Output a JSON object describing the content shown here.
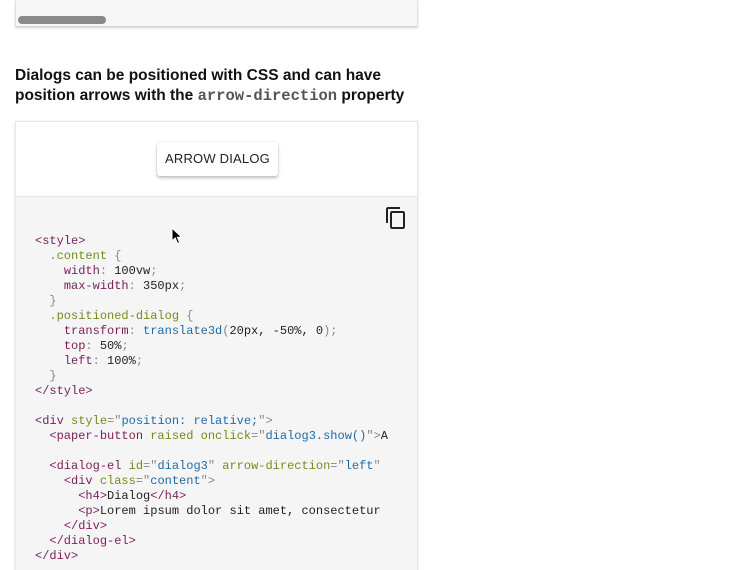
{
  "heading": {
    "text_before": "Dialogs can be positioned with CSS and can have position arrows with the ",
    "code_term": "arrow-direction",
    "text_after": " property"
  },
  "demo": {
    "button_label": "ARROW DIALOG",
    "copy_icon": "copy-icon"
  },
  "code": {
    "lines": [
      [
        [
          "tag",
          "<style>"
        ]
      ],
      [
        [
          "txt",
          "  "
        ],
        [
          "sel",
          ".content"
        ],
        [
          "punct",
          " {"
        ]
      ],
      [
        [
          "txt",
          "    "
        ],
        [
          "prop",
          "width"
        ],
        [
          "punct",
          ": "
        ],
        [
          "txt",
          "100vw"
        ],
        [
          "punct",
          ";"
        ]
      ],
      [
        [
          "txt",
          "    "
        ],
        [
          "prop",
          "max-width"
        ],
        [
          "punct",
          ": "
        ],
        [
          "txt",
          "350px"
        ],
        [
          "punct",
          ";"
        ]
      ],
      [
        [
          "txt",
          "  "
        ],
        [
          "punct",
          "}"
        ]
      ],
      [
        [
          "txt",
          "  "
        ],
        [
          "sel",
          ".positioned-dialog"
        ],
        [
          "punct",
          " {"
        ]
      ],
      [
        [
          "txt",
          "    "
        ],
        [
          "prop",
          "transform"
        ],
        [
          "punct",
          ": "
        ],
        [
          "fn",
          "translate3d"
        ],
        [
          "punct",
          "("
        ],
        [
          "txt",
          "20px, -50%, 0"
        ],
        [
          "punct",
          ");"
        ]
      ],
      [
        [
          "txt",
          "    "
        ],
        [
          "prop",
          "top"
        ],
        [
          "punct",
          ": "
        ],
        [
          "txt",
          "50%"
        ],
        [
          "punct",
          ";"
        ]
      ],
      [
        [
          "txt",
          "    "
        ],
        [
          "prop",
          "left"
        ],
        [
          "punct",
          ": "
        ],
        [
          "txt",
          "100%"
        ],
        [
          "punct",
          ";"
        ]
      ],
      [
        [
          "txt",
          "  "
        ],
        [
          "punct",
          "}"
        ]
      ],
      [
        [
          "tag",
          "</style>"
        ]
      ],
      [
        [
          "txt",
          ""
        ]
      ],
      [
        [
          "tag",
          "<div"
        ],
        [
          "txt",
          " "
        ],
        [
          "attr",
          "style"
        ],
        [
          "punct",
          "=\""
        ],
        [
          "str",
          "position: relative;"
        ],
        [
          "punct",
          "\">"
        ]
      ],
      [
        [
          "txt",
          "  "
        ],
        [
          "tag",
          "<paper-button"
        ],
        [
          "txt",
          " "
        ],
        [
          "attr",
          "raised"
        ],
        [
          "txt",
          " "
        ],
        [
          "attr",
          "onclick"
        ],
        [
          "punct",
          "=\""
        ],
        [
          "str",
          "dialog3.show()"
        ],
        [
          "punct",
          "\">"
        ],
        [
          "txt",
          "A"
        ]
      ],
      [
        [
          "txt",
          ""
        ]
      ],
      [
        [
          "txt",
          "  "
        ],
        [
          "tag",
          "<dialog-el"
        ],
        [
          "txt",
          " "
        ],
        [
          "attr",
          "id"
        ],
        [
          "punct",
          "=\""
        ],
        [
          "str",
          "dialog3"
        ],
        [
          "punct",
          "\""
        ],
        [
          "txt",
          " "
        ],
        [
          "attr",
          "arrow-direction"
        ],
        [
          "punct",
          "=\""
        ],
        [
          "str",
          "left"
        ],
        [
          "punct",
          "\""
        ]
      ],
      [
        [
          "txt",
          "    "
        ],
        [
          "tag",
          "<div"
        ],
        [
          "txt",
          " "
        ],
        [
          "attr",
          "class"
        ],
        [
          "punct",
          "=\""
        ],
        [
          "str",
          "content"
        ],
        [
          "punct",
          "\">"
        ]
      ],
      [
        [
          "txt",
          "      "
        ],
        [
          "tag",
          "<h4>"
        ],
        [
          "txt",
          "Dialog"
        ],
        [
          "tag",
          "</h4>"
        ]
      ],
      [
        [
          "txt",
          "      "
        ],
        [
          "tag",
          "<p>"
        ],
        [
          "txt",
          "Lorem ipsum dolor sit amet, consectetur"
        ]
      ],
      [
        [
          "txt",
          "    "
        ],
        [
          "tag",
          "</div>"
        ]
      ],
      [
        [
          "txt",
          "  "
        ],
        [
          "tag",
          "</dialog-el>"
        ]
      ],
      [
        [
          "tag",
          "</div>"
        ]
      ]
    ]
  }
}
